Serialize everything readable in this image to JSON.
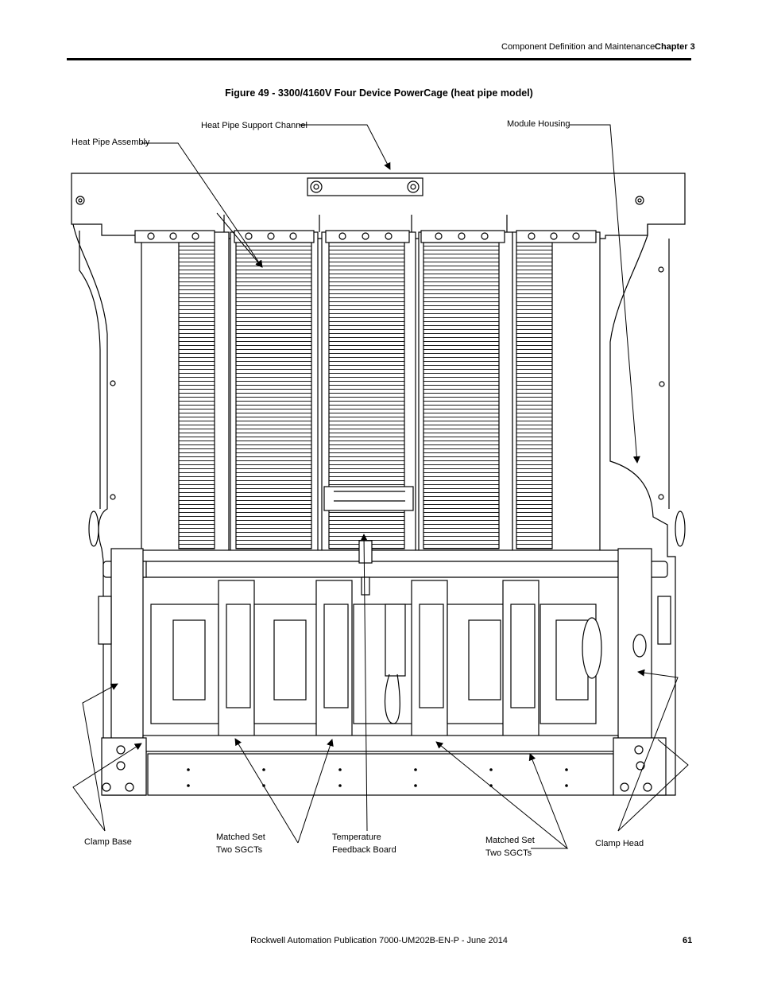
{
  "header": {
    "section": "Component Definition and Maintenance",
    "chapter": "Chapter 3"
  },
  "figure": {
    "title": "Figure 49 - 3300/4160V Four Device PowerCage (heat pipe model)",
    "callouts": {
      "heat_pipe_support_channel": "Heat Pipe Support Channel",
      "module_housing": "Module Housing",
      "heat_pipe_assembly": "Heat Pipe Assembly",
      "clamp_base": "Clamp Base",
      "matched_set_left": [
        "Matched Set",
        "Two SGCTs"
      ],
      "temperature_feedback_board": [
        "Temperature",
        "Feedback Board"
      ],
      "matched_set_right": [
        "Matched Set",
        "Two SGCTs"
      ],
      "clamp_head": "Clamp Head"
    }
  },
  "footer": {
    "publication": "Rockwell Automation Publication 7000-UM202B-EN-P - June 2014",
    "page_number": "61"
  }
}
